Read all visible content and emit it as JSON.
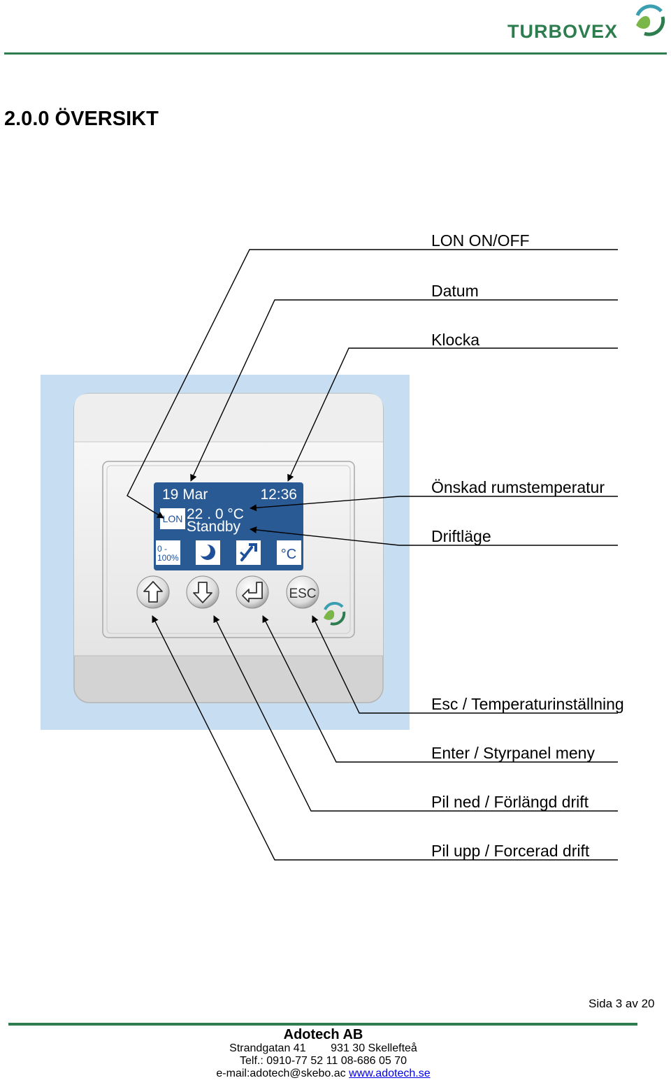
{
  "header": {
    "logo_text": "TURBOVEX"
  },
  "section_title": "2.0.0 ÖVERSIKT",
  "display": {
    "date": "19 Mar",
    "time": "12:36",
    "lon": "LON",
    "temperature": "22 . 0 °C",
    "mode": "Standby",
    "range_top": "0 -",
    "range_bottom": "100%",
    "temp_icon_label": "°C",
    "esc_label": "ESC"
  },
  "labels": {
    "lon": "LON ON/OFF",
    "date": "Datum",
    "clock": "Klocka",
    "desired_temp": "Önskad rumstemperatur",
    "mode": "Driftläge",
    "esc": "Esc / Temperaturinställning",
    "enter": "Enter / Styrpanel meny",
    "down": "Pil ned / Förlängd drift",
    "up": "Pil upp / Forcerad drift"
  },
  "page_number": "Sida 3 av 20",
  "footer": {
    "company": "Adotech AB",
    "address": "Strandgatan 41        931 30 Skellefteå",
    "phone": "Telf.: 0910-77 52 11  08-686 05 70",
    "email": "e-mail:adotech@skebo.ac",
    "website": "www.adotech.se"
  },
  "colors": {
    "brand_green": "#2e7d4f",
    "device_background": "#c6ddf2",
    "lcd_blue": "#2a5a94",
    "lcd_icon_blue": "#1d4f9a"
  }
}
